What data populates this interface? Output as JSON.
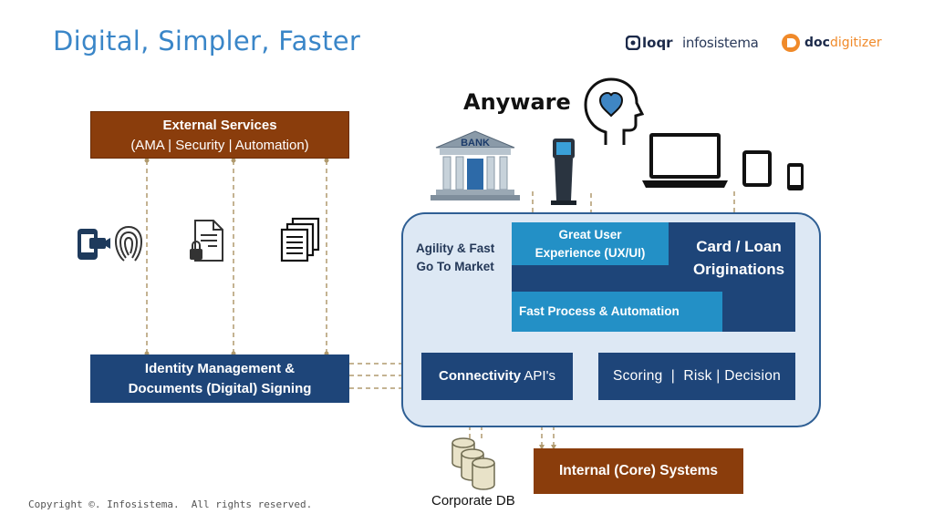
{
  "title": "Digital, Simpler, Faster",
  "logos": {
    "loqr": "loqr",
    "infosistema": "infosistema",
    "doc_bold": "doc",
    "doc_orange": "digitizer"
  },
  "external_services": {
    "line1": "External Services",
    "line2": "(AMA  | Security | Automation)"
  },
  "identity": {
    "line1": "Identity Management &",
    "line2": "Documents (Digital) Signing"
  },
  "anyware": "Anyware",
  "bank_label": "BANK",
  "agility": {
    "line1": "Agility & Fast",
    "line2": "Go To Market"
  },
  "ux": {
    "line1": "Great User",
    "line2": "Experience (UX/UI)"
  },
  "card": {
    "line1": "Card / Loan",
    "line2": "Originations"
  },
  "fast_process": "Fast Process & Automation",
  "connectivity": {
    "bold": "Connectivity",
    "rest": " API's"
  },
  "scoring": "Scoring  |  Risk | Decision",
  "internal": "Internal (Core) Systems",
  "corporate_db": "Corporate DB",
  "copyright": "Copyright ©. Infosistema.  All rights reserved.",
  "colors": {
    "title_blue": "#3a86c8",
    "brown": "#8a3d0c",
    "navy": "#1e4579",
    "light_blue": "#2390c6",
    "panel": "#dde8f4",
    "connector": "#b09a6e"
  }
}
